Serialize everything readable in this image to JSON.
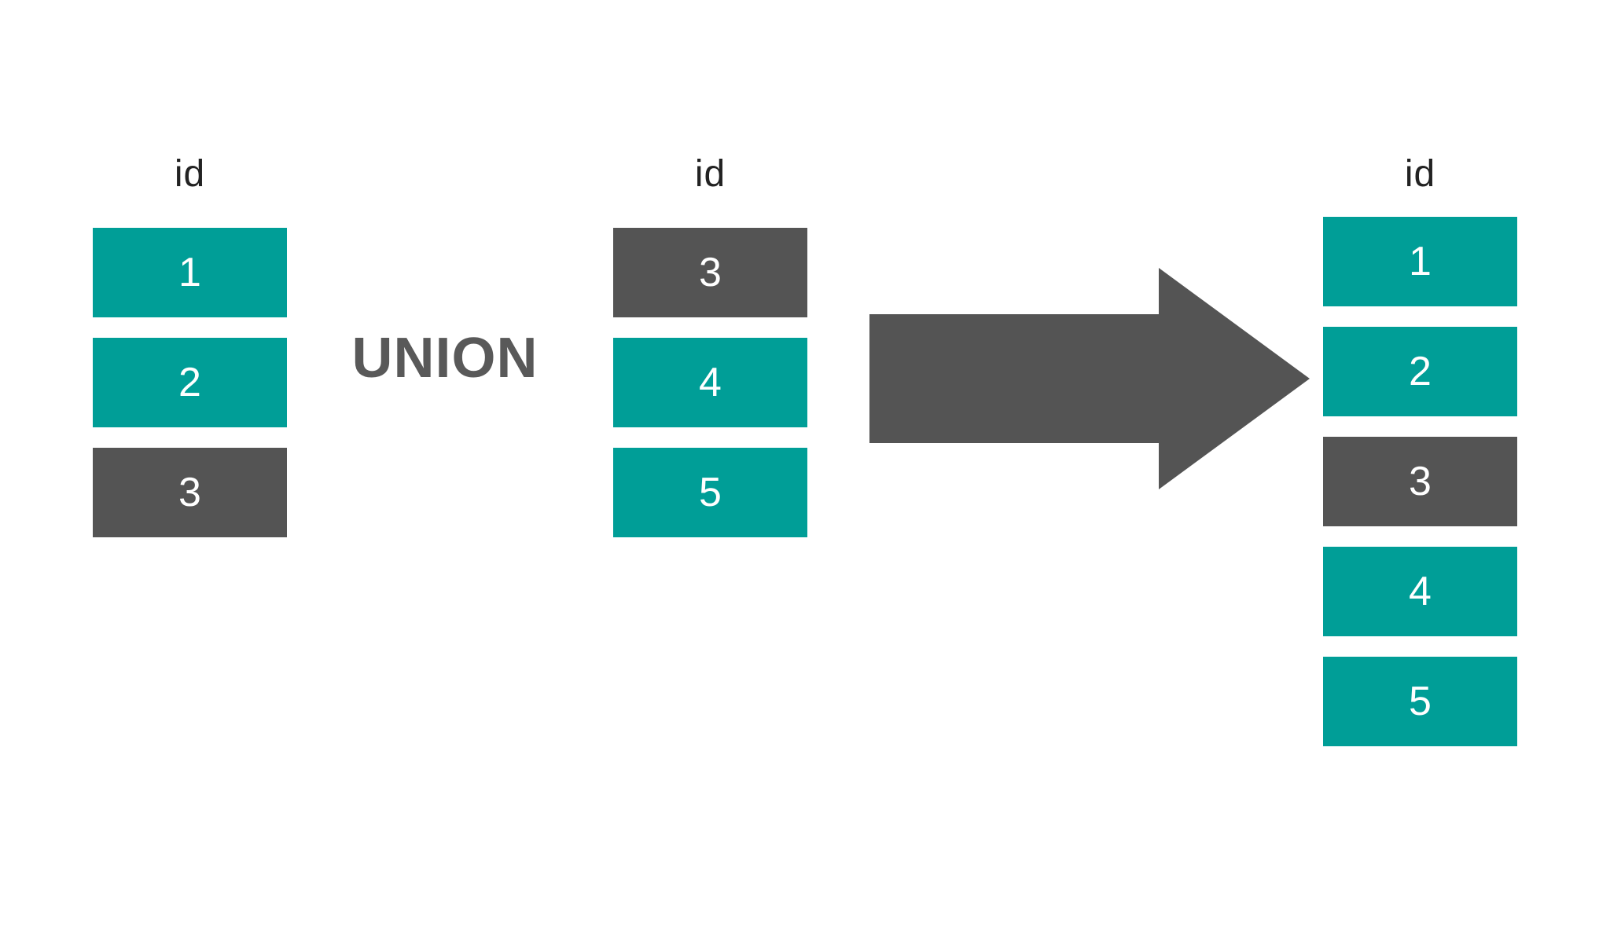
{
  "operator_label": "UNION",
  "colors": {
    "teal": "#009E97",
    "dark_gray": "#545454",
    "operator_text": "#595959",
    "header_text": "#222222",
    "box_text": "#FFFFFF",
    "background": "#FFFFFF"
  },
  "tables": {
    "left_operand": {
      "header": "id",
      "rows": [
        {
          "value": "1",
          "variant": "teal"
        },
        {
          "value": "2",
          "variant": "teal"
        },
        {
          "value": "3",
          "variant": "gray"
        }
      ]
    },
    "right_operand": {
      "header": "id",
      "rows": [
        {
          "value": "3",
          "variant": "gray"
        },
        {
          "value": "4",
          "variant": "teal"
        },
        {
          "value": "5",
          "variant": "teal"
        }
      ]
    },
    "result": {
      "header": "id",
      "rows": [
        {
          "value": "1",
          "variant": "teal"
        },
        {
          "value": "2",
          "variant": "teal"
        },
        {
          "value": "3",
          "variant": "gray"
        },
        {
          "value": "4",
          "variant": "teal"
        },
        {
          "value": "5",
          "variant": "teal"
        }
      ]
    }
  },
  "arrow_icon": "right-arrow"
}
